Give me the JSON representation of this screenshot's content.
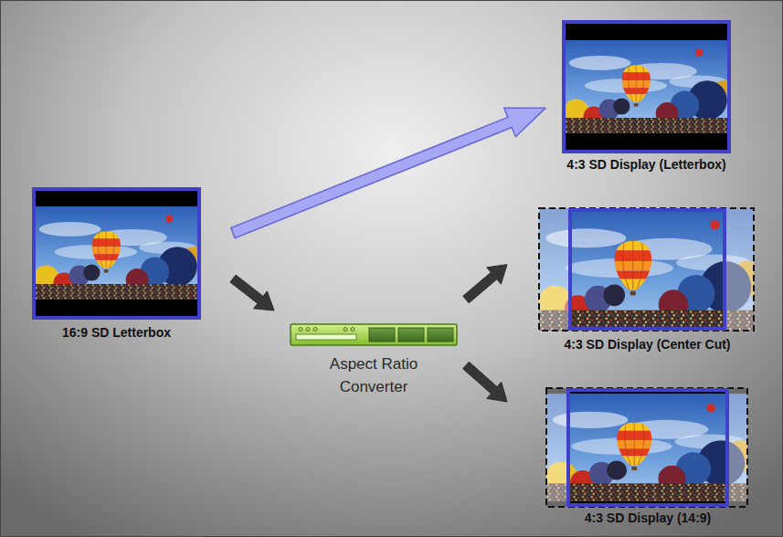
{
  "diagram": {
    "nodes": [
      {
        "text": [
          "16:9 SD Letterbox"
        ]
      },
      {
        "text": [
          "Aspect Ratio Converter"
        ]
      },
      {
        "text": [
          "4:3 SD Display (Letterbox)"
        ]
      },
      {
        "text": [
          "4:3 SD Display (Center Cut)"
        ]
      },
      {
        "text": [
          "4:3 SD Display (14:9)"
        ]
      }
    ],
    "edges": [
      {
        "from": 0,
        "to": 2,
        "arrow": "to"
      },
      {
        "from": 0,
        "to": 1,
        "arrow": "to"
      },
      {
        "from": 1,
        "to": 3,
        "arrow": "to"
      },
      {
        "from": 1,
        "to": 4,
        "arrow": "to"
      }
    ]
  }
}
